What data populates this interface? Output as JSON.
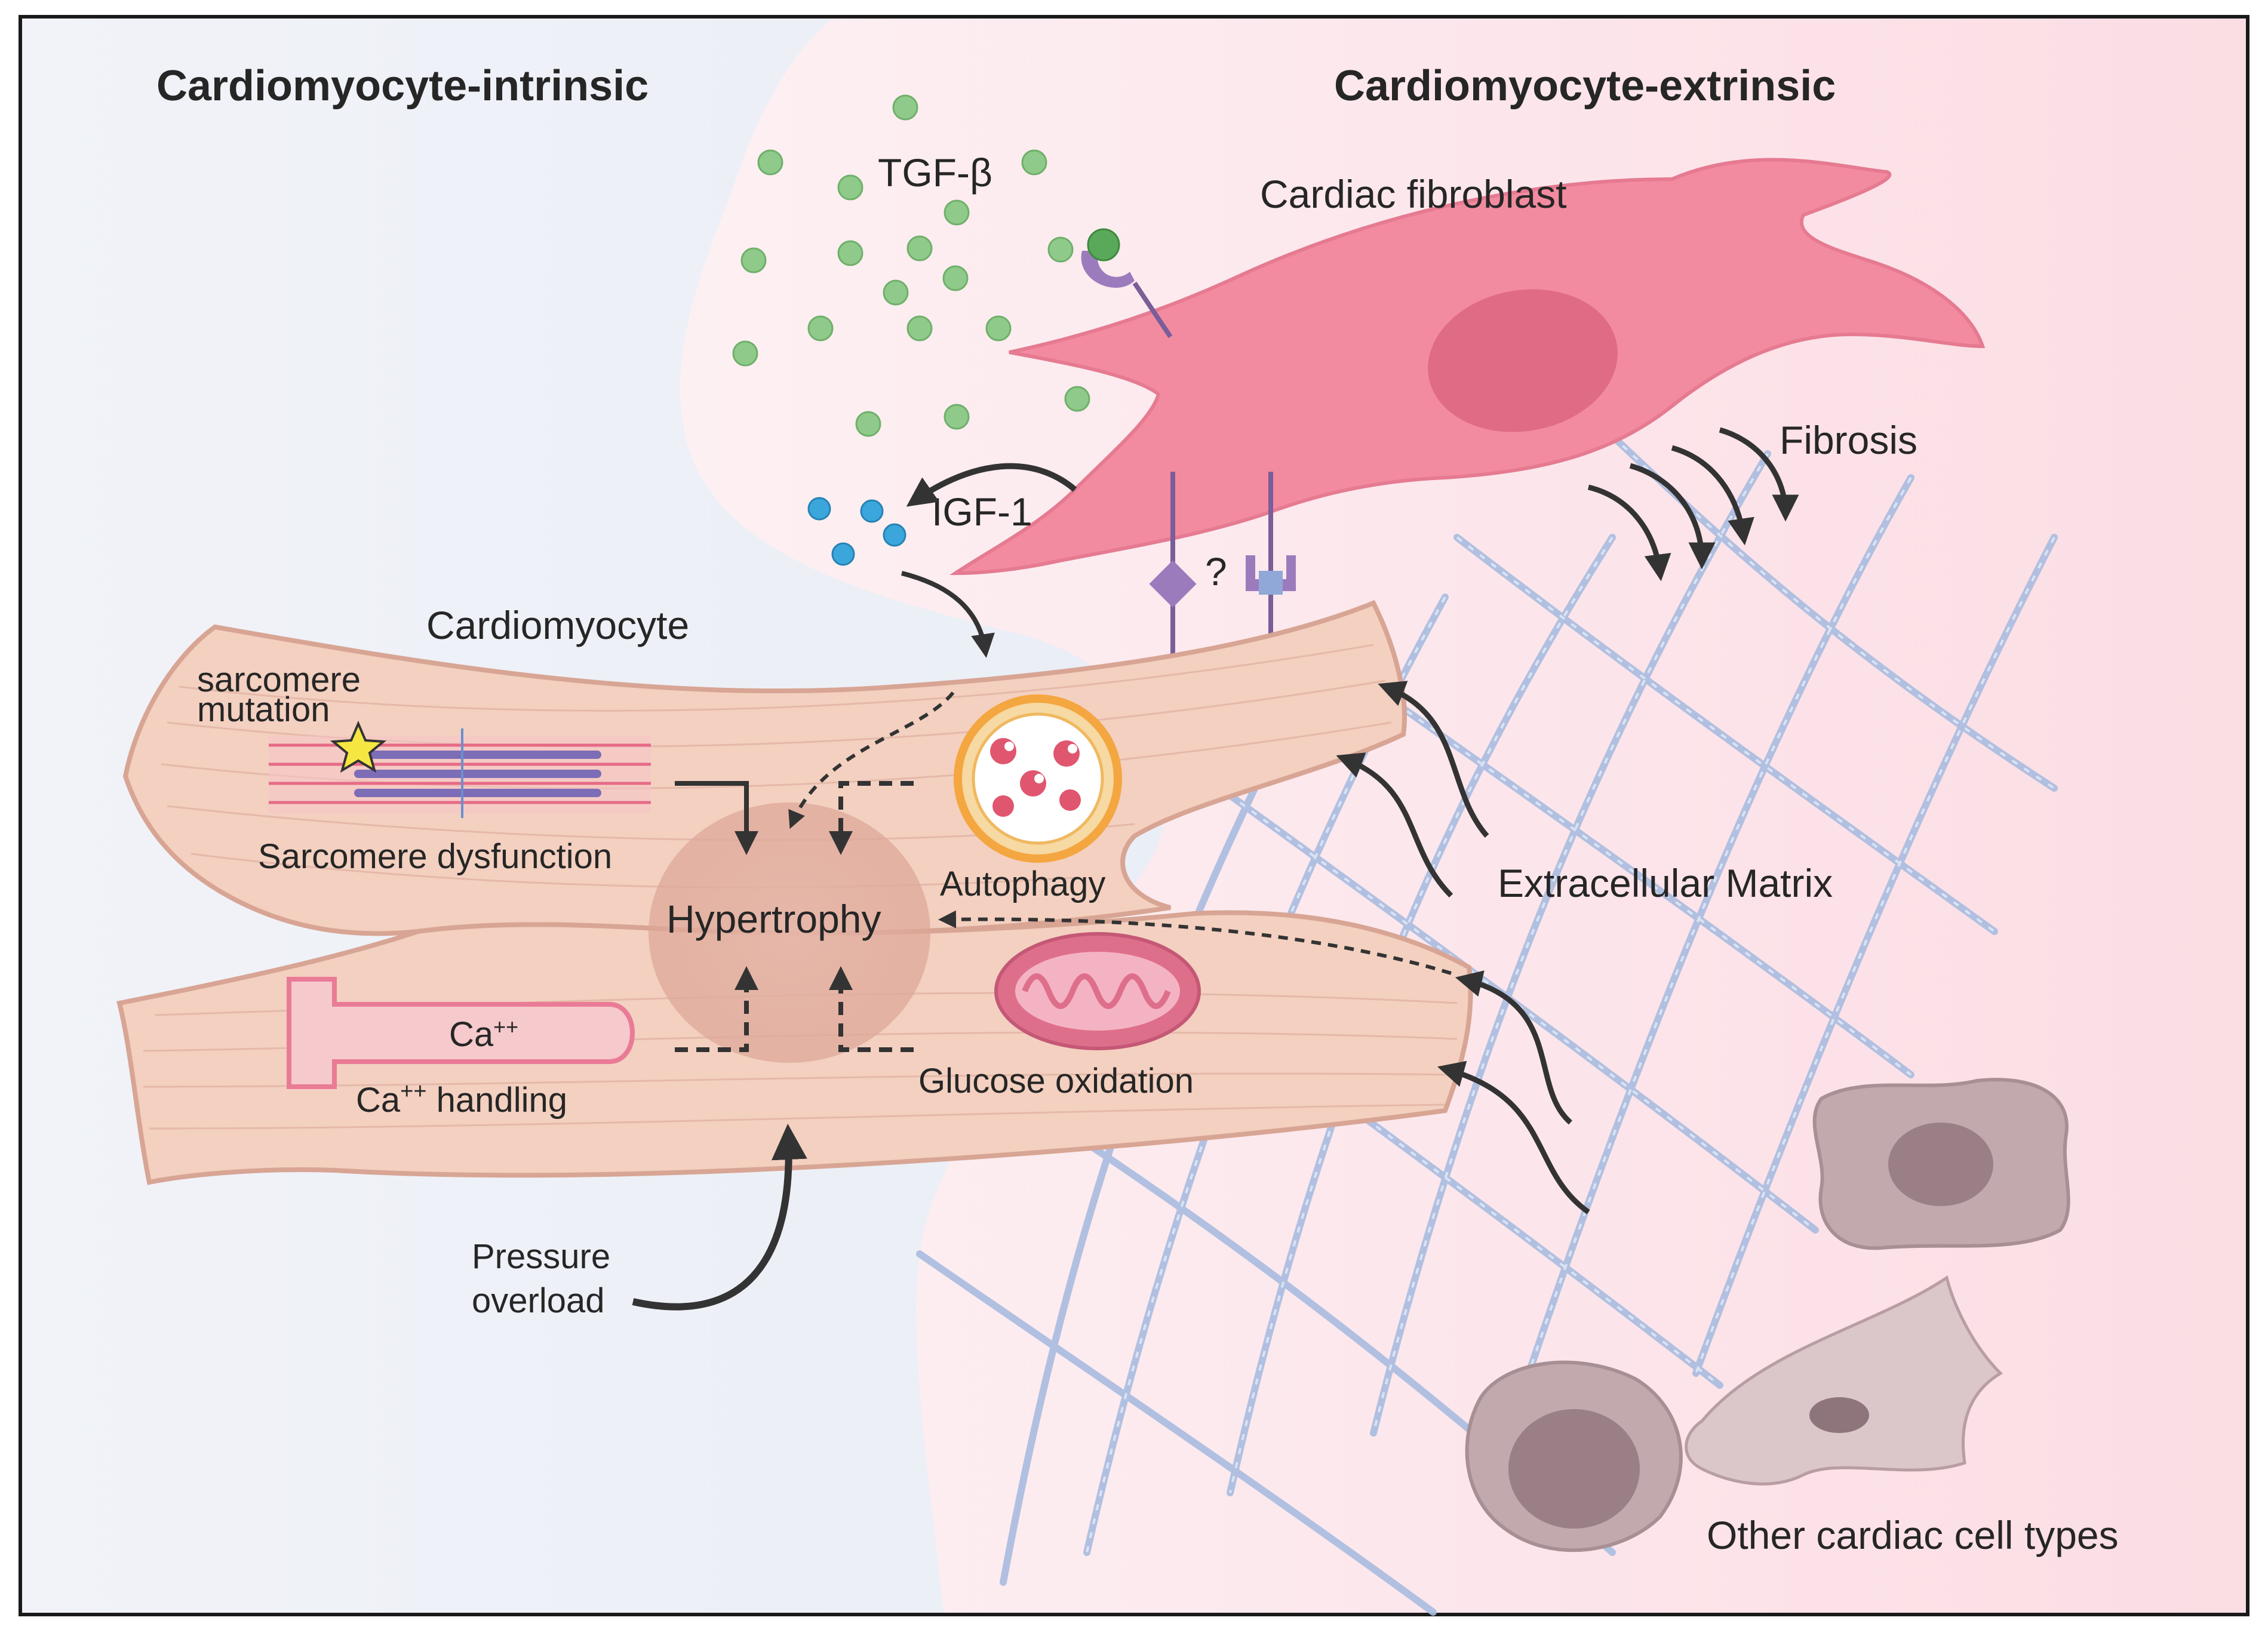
{
  "headers": {
    "intrinsic": "Cardiomyocyte-intrinsic",
    "extrinsic": "Cardiomyocyte-extrinsic"
  },
  "labels": {
    "tgf": "TGF-β",
    "cardiac_fibroblast": "Cardiac fibroblast",
    "fibrosis": "Fibrosis",
    "igf": "IGF-1",
    "question": "?",
    "cardiomyocyte": "Cardiomyocyte",
    "sarcomere_mutation_line1": "sarcomere",
    "sarcomere_mutation_line2": "mutation",
    "sarcomere_dysfunction": "Sarcomere dysfunction",
    "autophagy": "Autophagy",
    "hypertrophy": "Hypertrophy",
    "extracellular_matrix": "Extracellular Matrix",
    "ca_base": "Ca",
    "ca_charge": "++",
    "ca_handling_base": "Ca",
    "ca_handling_charge": "++",
    "ca_handling_rest": " handling",
    "glucose_oxidation": "Glucose oxidation",
    "pressure_line1": "Pressure",
    "pressure_line2": "overload",
    "other_cell_types": "Other cardiac cell types"
  },
  "colors": {
    "left_bg": "#eaeef5",
    "right_bg": "#fbe3e8",
    "fibroblast": "#f28ba0",
    "fibroblast_nucleus": "#e06b84",
    "cardiomyocyte": "#f3d0c0",
    "cardiomyocyte_edge": "#d8a594",
    "tgf_dot": "#8fca8a",
    "igf_dot": "#3aa6dc",
    "receptor": "#9c7bbd",
    "mesh": "#9fb3d8",
    "autophagy_ring": "#f4a640",
    "mitochondrion": "#de6f8a",
    "ca_store": "#e97b97",
    "other_cells": "#b79fa4",
    "arrow": "#333333"
  }
}
